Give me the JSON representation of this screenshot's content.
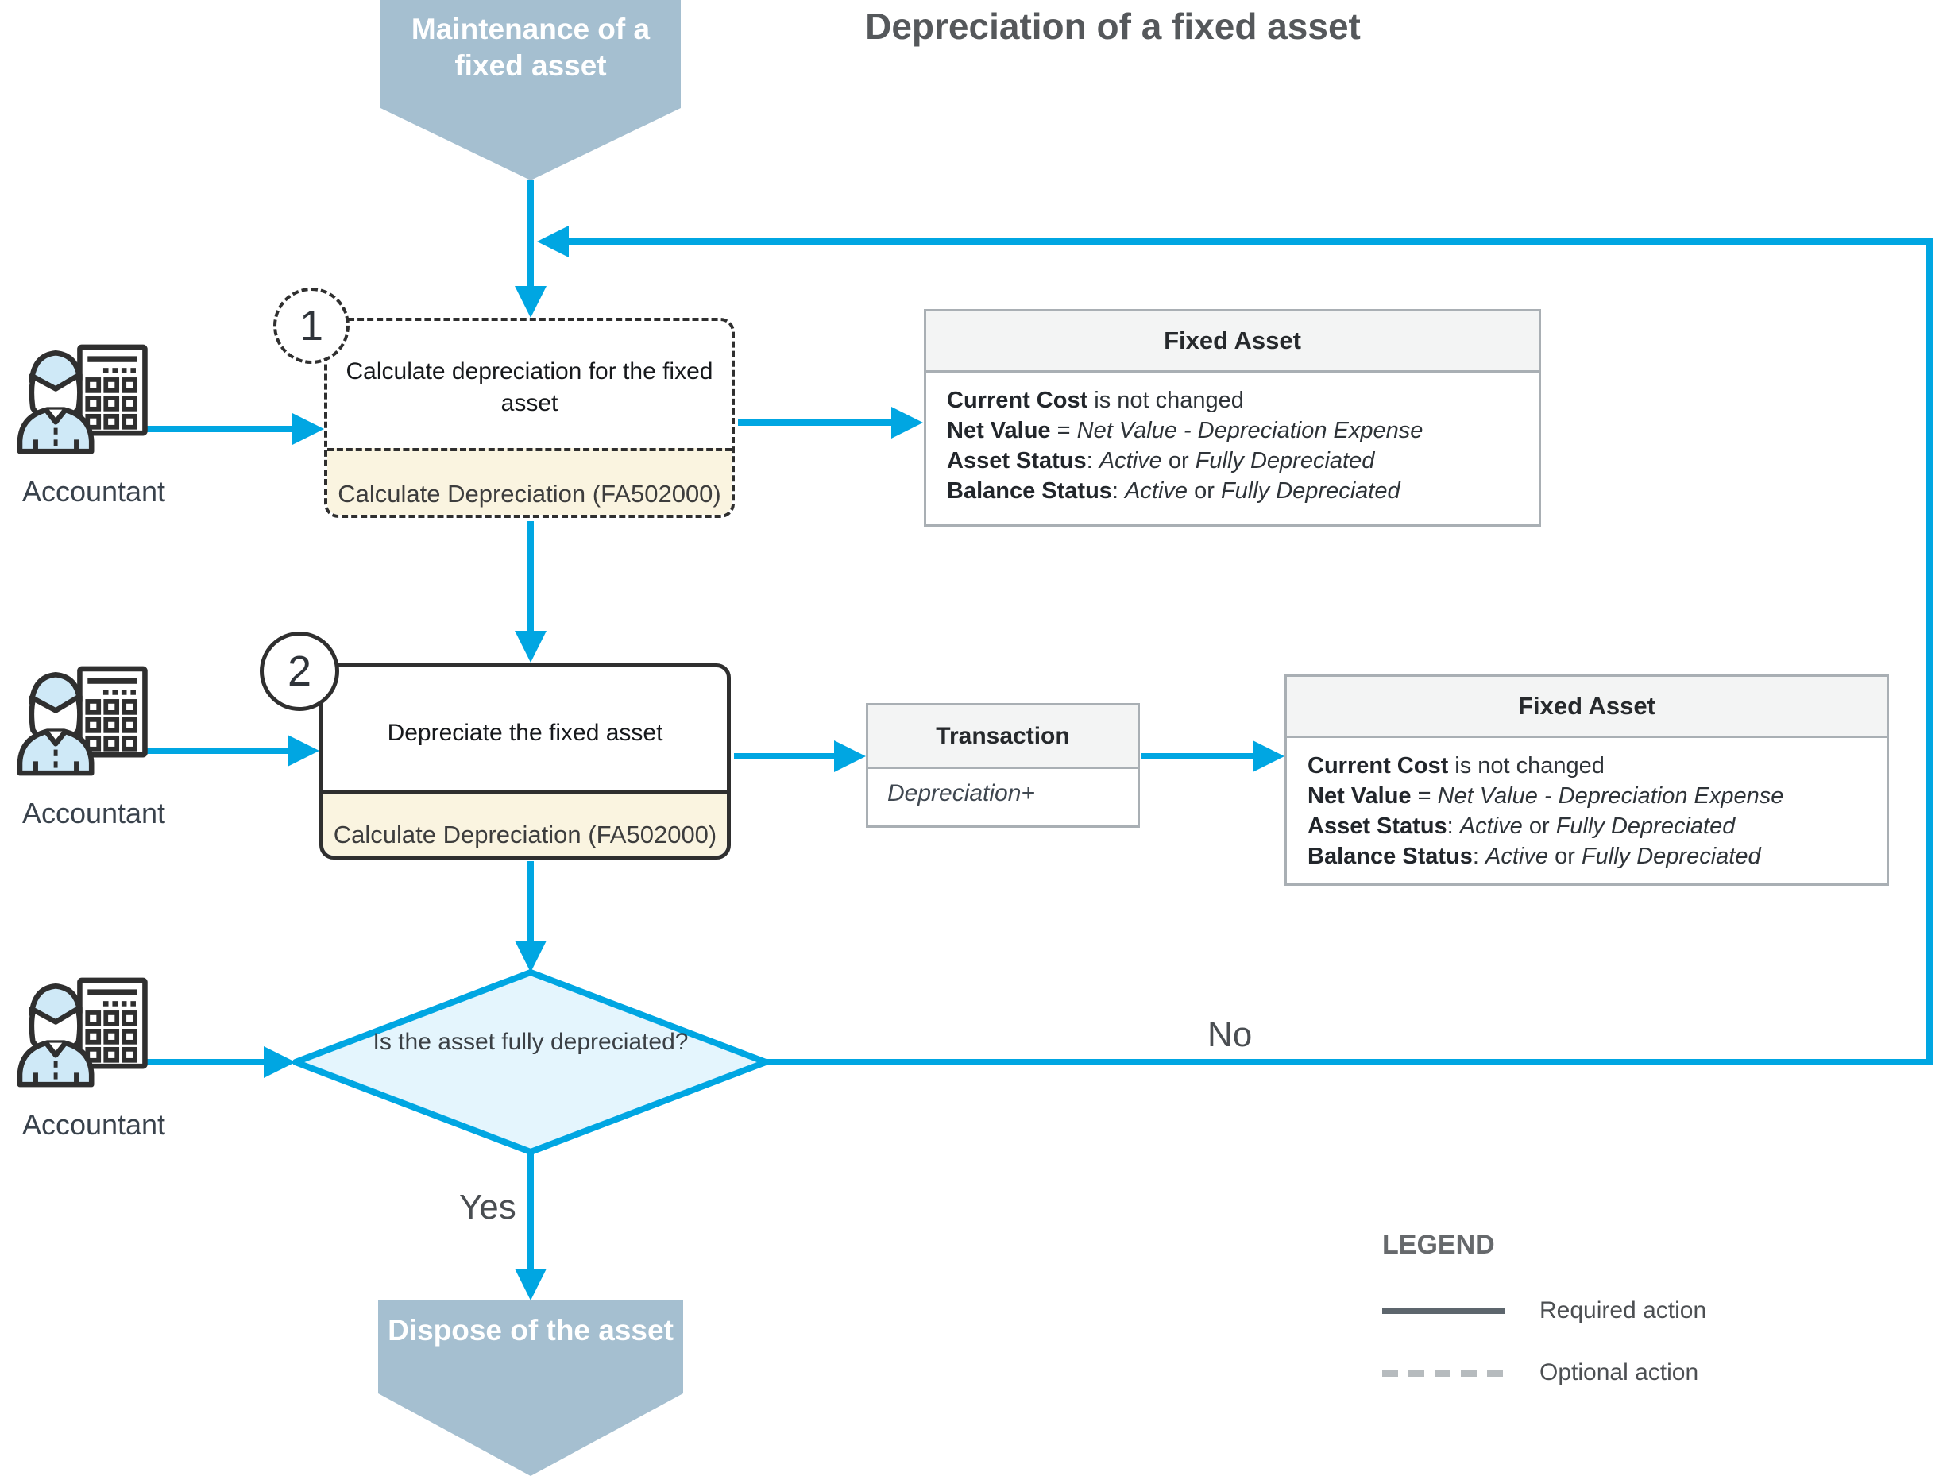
{
  "title": "Depreciation of a fixed asset",
  "start_banner": {
    "label": "Maintenance of a fixed asset"
  },
  "actors": [
    {
      "label": "Accountant"
    },
    {
      "label": "Accountant"
    },
    {
      "label": "Accountant"
    }
  ],
  "steps": [
    {
      "number": "1",
      "action": "Calculate depreciation for the fixed asset",
      "screen": "Calculate Depreciation (FA502000)",
      "action_type": "optional"
    },
    {
      "number": "2",
      "action": "Depreciate the fixed asset",
      "screen": "Calculate Depreciation (FA502000)",
      "action_type": "required"
    }
  ],
  "transaction_card": {
    "title": "Transaction",
    "entry": "Depreciation+"
  },
  "fixed_asset_cards": [
    {
      "title": "Fixed Asset",
      "lines": [
        {
          "b": "Current Cost",
          "t": " is not changed"
        },
        {
          "b": "Net Value",
          "t": " = ",
          "i": "Net Value - Depreciation Expense"
        },
        {
          "b": "Asset Status",
          "t": ": ",
          "i": "Active",
          "t2": " or ",
          "i2": "Fully Depreciated"
        },
        {
          "b": "Balance Status",
          "t": ": ",
          "i": "Active",
          "t2": " or ",
          "i2": "Fully Depreciated"
        }
      ]
    },
    {
      "title": "Fixed Asset",
      "lines": [
        {
          "b": "Current Cost",
          "t": " is not changed"
        },
        {
          "b": "Net Value",
          "t": " = ",
          "i": "Net Value - Depreciation Expense"
        },
        {
          "b": "Asset Status",
          "t": ": ",
          "i": "Active",
          "t2": " or ",
          "i2": "Fully Depreciated"
        },
        {
          "b": "Balance Status",
          "t": ": ",
          "i": "Active",
          "t2": " or ",
          "i2": "Fully Depreciated"
        }
      ]
    }
  ],
  "decision": {
    "question": "Is the asset fully depreciated?",
    "yes_label": "Yes",
    "no_label": "No"
  },
  "end_banner": {
    "label": "Dispose of the asset"
  },
  "legend": {
    "heading": "LEGEND",
    "items": [
      {
        "label": "Required action",
        "line_style": "solid"
      },
      {
        "label": "Optional action",
        "line_style": "dashed"
      }
    ]
  },
  "colors": {
    "accent": "#00a6e2",
    "banner": "#a5bfd0",
    "personfill": "#cfe9f7",
    "diamondfill": "#e4f5fd",
    "noteyellow": "#faf4e0",
    "borderdark": "#2f2f2f",
    "bordergray": "#a9afb4",
    "headergray": "#f3f4f4",
    "titlegray": "#55585b",
    "legendsolid": "#5d666d",
    "legenddashed": "#b6bbbe"
  }
}
